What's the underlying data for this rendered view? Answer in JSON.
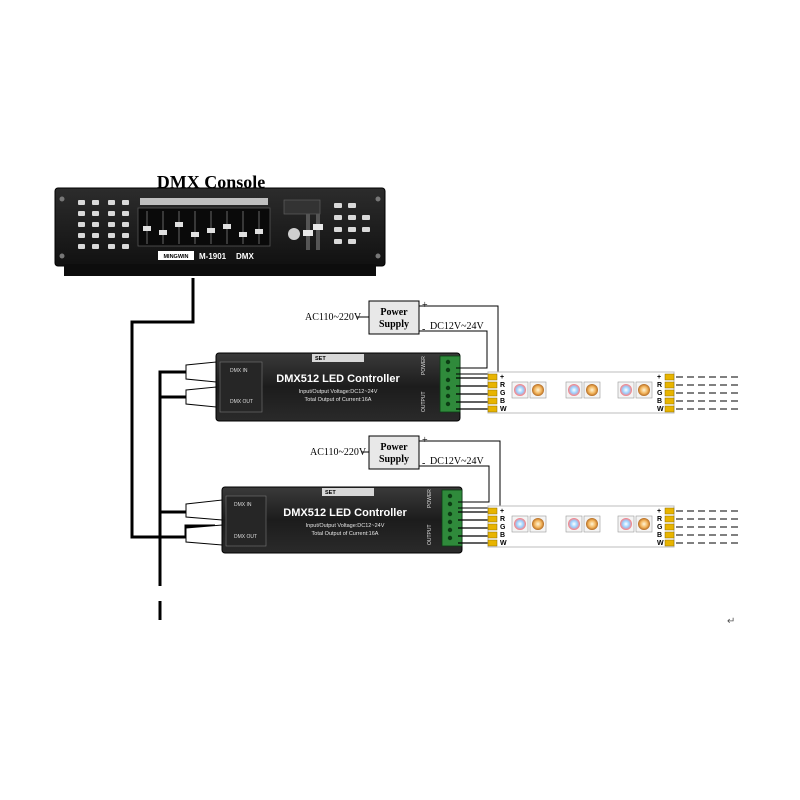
{
  "console": {
    "title": "DMX Console",
    "model": "M-1901",
    "model_suffix": "DMX",
    "brand": "MINGWIN"
  },
  "units": [
    {
      "controller_title": "DMX512 LED Controller",
      "spec_voltage": "Input/Output Voltage:DC12~24V",
      "spec_current": "Total Output of Current:16A",
      "set_label": "SET",
      "output_label": "OUTPUT",
      "power_label": "POWER",
      "psu_line1": "Power",
      "psu_line2": "Supply",
      "ac_label": "AC110~220V",
      "dc_label": "DC12V~24V",
      "plus": "+",
      "minus": "-",
      "pins": [
        "+",
        "R",
        "G",
        "B",
        "W"
      ]
    },
    {
      "controller_title": "DMX512 LED Controller",
      "spec_voltage": "Input/Output Voltage:DC12~24V",
      "spec_current": "Total Output of Current:16A",
      "set_label": "SET",
      "output_label": "OUTPUT",
      "power_label": "POWER",
      "psu_line1": "Power",
      "psu_line2": "Supply",
      "ac_label": "AC110~220V",
      "dc_label": "DC12V~24V",
      "plus": "+",
      "minus": "-",
      "pins": [
        "+",
        "R",
        "G",
        "B",
        "W"
      ]
    }
  ],
  "colors": {
    "device_body": "#1f1f1f",
    "device_edge": "#3a3a3a",
    "terminal_green": "#2f8a3b",
    "led_connector": "#e8b400",
    "psu_fill": "#e8e8e8",
    "wire": "#000000"
  },
  "return_mark": "↵"
}
